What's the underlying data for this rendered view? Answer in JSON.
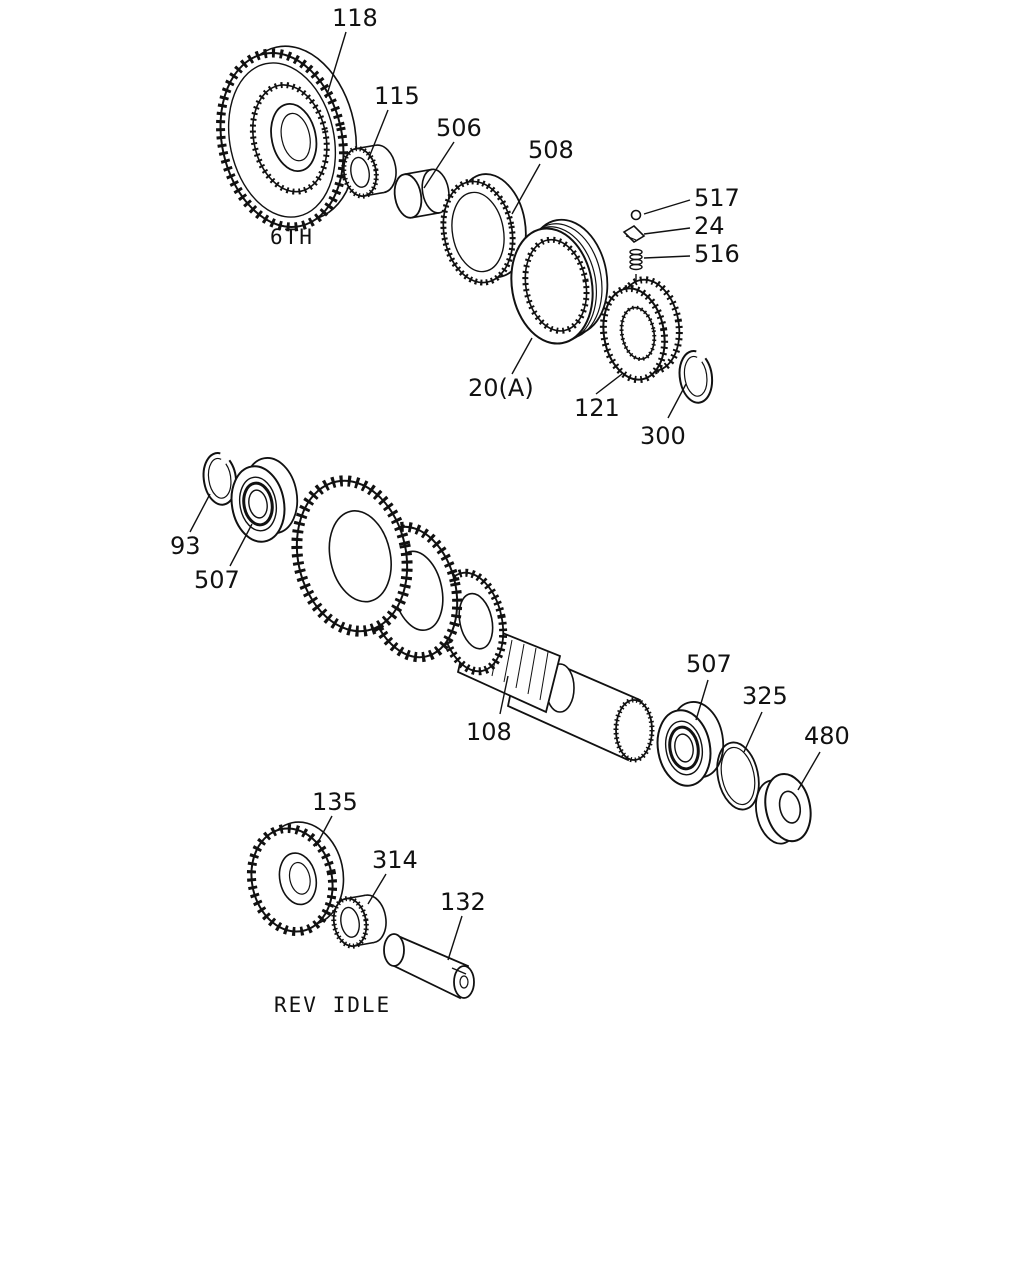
{
  "callouts": {
    "c118": "118",
    "c115": "115",
    "c506": "506",
    "c508": "508",
    "c517": "517",
    "c24": "24",
    "c516": "516",
    "c20a": "20(A)",
    "c121": "121",
    "c300": "300",
    "c93": "93",
    "c507a": "507",
    "c108": "108",
    "c507b": "507",
    "c325": "325",
    "c480": "480",
    "c135": "135",
    "c314": "314",
    "c132": "132"
  },
  "captions": {
    "sixth_gear": "6TH",
    "reverse_idle": "REV IDLE"
  },
  "colors": {
    "ink": "#111111",
    "paper": "#ffffff"
  }
}
